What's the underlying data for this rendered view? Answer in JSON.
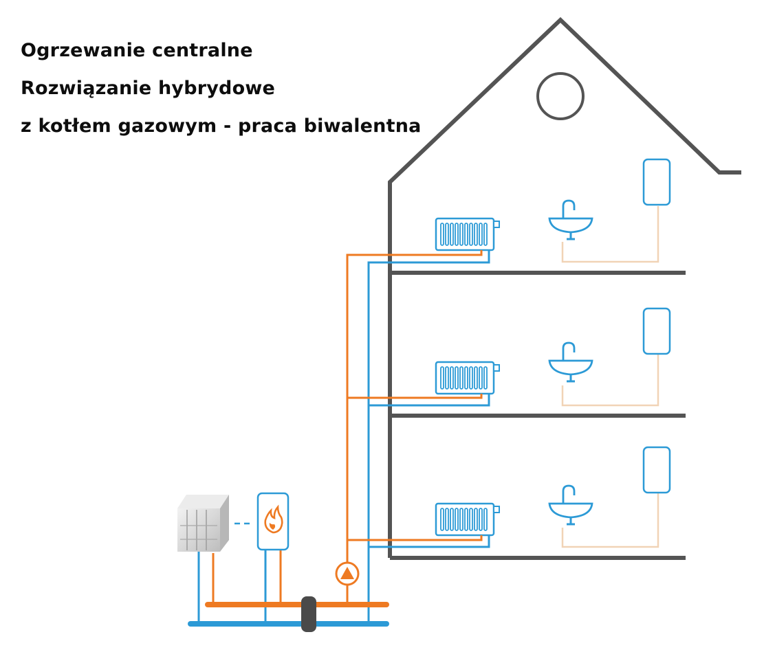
{
  "title": {
    "line1": "Ogrzewanie centralne",
    "line2": "Rozwiązanie hybrydowe",
    "line3": "z kotłem gazowym - praca biwalentna"
  },
  "colors": {
    "house_outline": "#545454",
    "hot_pipe": "#ee7a22",
    "cold_pipe": "#2c9ad6",
    "dhw_pipe": "#f1d3b6",
    "fixture_outline": "#2c9ad6",
    "flame": "#ee7a22",
    "separator": "#4a4a4a"
  },
  "components": {
    "floors": 3,
    "per_floor": [
      "radiator-icon",
      "washbasin-icon",
      "water-heater-icon"
    ],
    "ground": [
      "heat-pump-outdoor-unit",
      "gas-boiler-icon",
      "hydraulic-separator",
      "circulation-pump-icon"
    ]
  }
}
